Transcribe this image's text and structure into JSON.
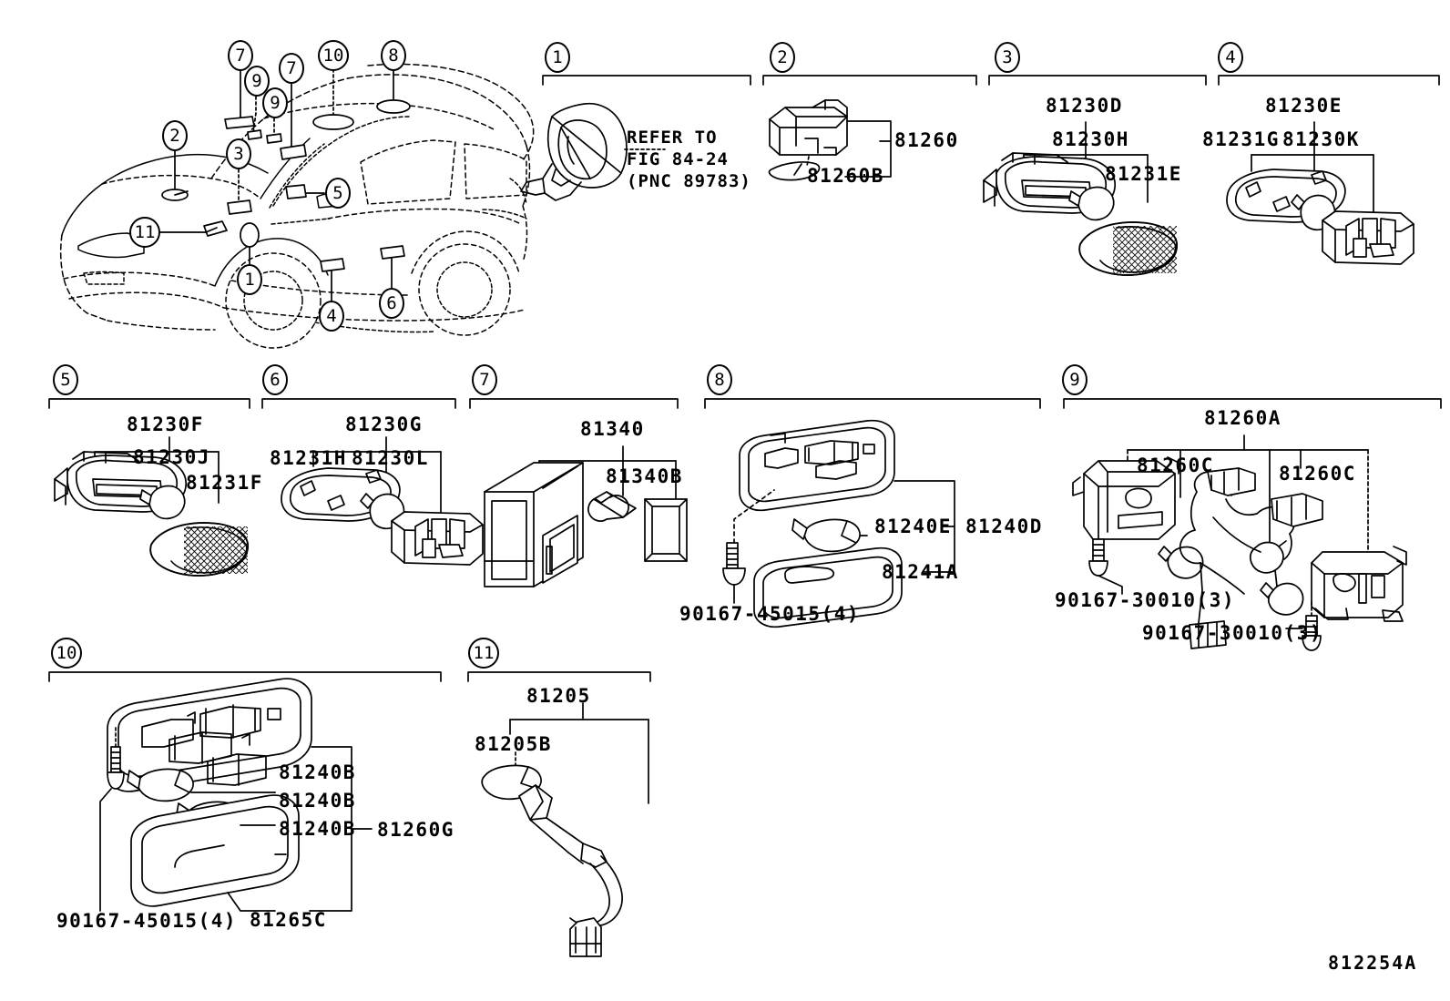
{
  "figure": {
    "code": "812254A",
    "title": "Interior Lamp Parts Diagram"
  },
  "vehicle_callouts": [
    {
      "id": "cv7a",
      "label": "7"
    },
    {
      "id": "cv9a",
      "label": "9"
    },
    {
      "id": "cv9b",
      "label": "9"
    },
    {
      "id": "cv7b",
      "label": "7"
    },
    {
      "id": "cv10",
      "label": "10"
    },
    {
      "id": "cv8",
      "label": "8"
    },
    {
      "id": "cv2",
      "label": "2"
    },
    {
      "id": "cv3",
      "label": "3"
    },
    {
      "id": "cv5",
      "label": "5"
    },
    {
      "id": "cv11",
      "label": "11"
    },
    {
      "id": "cv1",
      "label": "1"
    },
    {
      "id": "cv4",
      "label": "4"
    },
    {
      "id": "cv6",
      "label": "6"
    }
  ],
  "sections": [
    {
      "number": "1",
      "refer_to": "REFER TO\nFIG 84-24\n(PNC 89783)",
      "parts": []
    },
    {
      "number": "2",
      "parts": [
        "81260",
        "81260B"
      ]
    },
    {
      "number": "3",
      "parts": [
        "81230D",
        "81230H",
        "81231E"
      ]
    },
    {
      "number": "4",
      "parts": [
        "81230E",
        "81231G",
        "81230K"
      ]
    },
    {
      "number": "5",
      "parts": [
        "81230F",
        "81230J",
        "81231F"
      ]
    },
    {
      "number": "6",
      "parts": [
        "81230G",
        "81231H",
        "81230L"
      ]
    },
    {
      "number": "7",
      "parts": [
        "81340",
        "81340B"
      ]
    },
    {
      "number": "8",
      "parts": [
        "81240D",
        "81240E",
        "81241A",
        "90167-45015(4)"
      ]
    },
    {
      "number": "9",
      "parts": [
        "81260A",
        "81260C",
        "81260C",
        "90167-30010(3)",
        "90167-30010(3)"
      ]
    },
    {
      "number": "10",
      "parts": [
        "81260G",
        "81240B",
        "81240B",
        "81240B",
        "81265C",
        "90167-45015(4)"
      ]
    },
    {
      "number": "11",
      "parts": [
        "81205",
        "81205B"
      ]
    }
  ],
  "labels": {
    "s1_refer": "REFER TO\nFIG 84-24\n(PNC 89783)",
    "s2_81260": "81260",
    "s2_81260B": "81260B",
    "s3_81230D": "81230D",
    "s3_81230H": "81230H",
    "s3_81231E": "81231E",
    "s4_81230E": "81230E",
    "s4_81231G": "81231G",
    "s4_81230K": "81230K",
    "s5_81230F": "81230F",
    "s5_81230J": "81230J",
    "s5_81231F": "81231F",
    "s6_81230G": "81230G",
    "s6_81231H": "81231H",
    "s6_81230L": "81230L",
    "s7_81340": "81340",
    "s7_81340B": "81340B",
    "s8_81240E": "81240E",
    "s8_81240D": "81240D",
    "s8_81241A": "81241A",
    "s8_screw": "90167-45015(4)",
    "s9_81260A": "81260A",
    "s9_81260C_left": "81260C",
    "s9_81260C_right": "81260C",
    "s9_screw1": "90167-30010(3)",
    "s9_screw2": "90167-30010(3)",
    "s10_81240B_1": "81240B",
    "s10_81240B_2": "81240B",
    "s10_81240B_3": "81240B",
    "s10_81260G": "81260G",
    "s10_81265C": "81265C",
    "s10_screw": "90167-45015(4)",
    "s11_81205": "81205",
    "s11_81205B": "81205B"
  },
  "callout_numbers": {
    "n1": "1",
    "n2": "2",
    "n3": "3",
    "n4": "4",
    "n5": "5",
    "n6": "6",
    "n7": "7",
    "n8": "8",
    "n9": "9",
    "n10": "10",
    "n11": "11"
  }
}
